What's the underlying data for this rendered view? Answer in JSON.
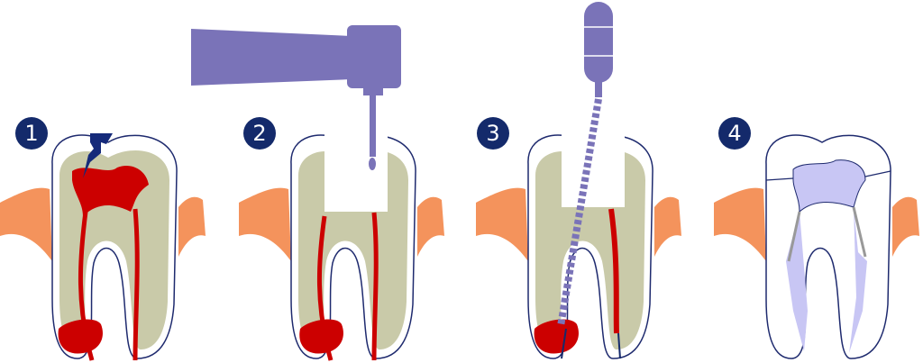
{
  "steps": [
    {
      "number": "1"
    },
    {
      "number": "2"
    },
    {
      "number": "3"
    },
    {
      "number": "4"
    }
  ],
  "colors": {
    "badge": "#142a6b",
    "gum": "#f4935c",
    "dentin": "#c9caa9",
    "pulp": "#cc0000",
    "instrument": "#7a73b8",
    "filling": "#c8c6f4",
    "outline": "#1e2a6e"
  }
}
